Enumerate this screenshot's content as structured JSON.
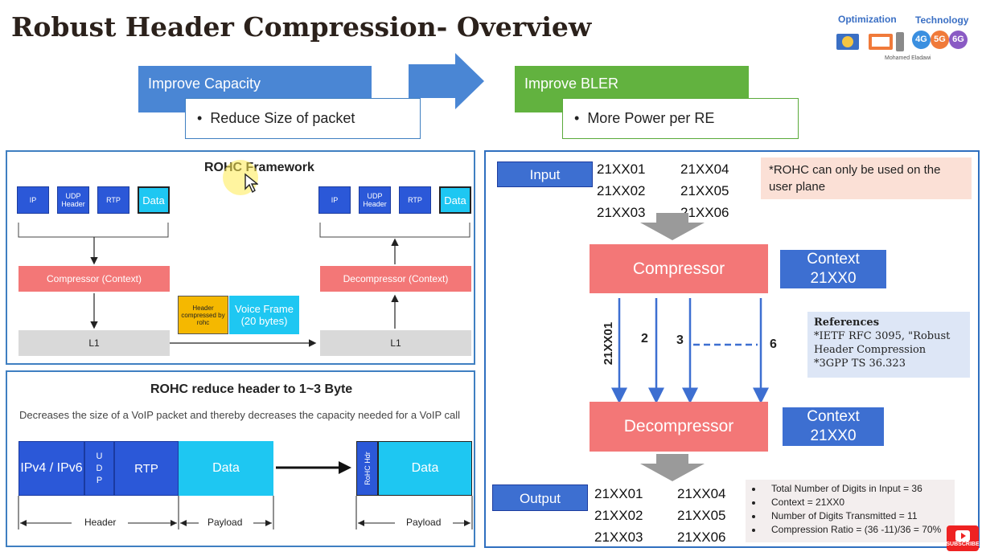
{
  "title": "Robust Header Compression- Overview",
  "logo": {
    "left_label": "Optimization",
    "right_label": "Technology",
    "author": "Mohamed Eladawi",
    "gen_4g": "4G",
    "gen_5g": "5G",
    "gen_6g": "6G"
  },
  "top": {
    "left_title": "Improve Capacity",
    "left_bullet": "Reduce Size of packet",
    "right_title": "Improve BLER",
    "right_bullet": "More Power per RE"
  },
  "framework": {
    "title": "ROHC Framework",
    "blocks": [
      "IP",
      "UDP Header",
      "RTP",
      "Data"
    ],
    "compressor": "Compressor (Context)",
    "decompressor": "Decompressor (Context)",
    "l1_left": "L1",
    "l1_right": "L1",
    "header_compressed": "Header compressed by rohc",
    "voice_frame": "Voice Frame (20 bytes)"
  },
  "reduce": {
    "title": "ROHC reduce header to 1~3 Byte",
    "desc": "Decreases the size of a VoIP packet and thereby decreases the capacity needed for a VoIP call",
    "ipv": "IPv4 / IPv6",
    "udp": "U D P",
    "rtp": "RTP",
    "data": "Data",
    "rohc_hdr": "RoHC Hdr",
    "data2": "Data",
    "header_label": "Header",
    "payload_label": "Payload",
    "payload_label2": "Payload"
  },
  "right": {
    "input_label": "Input",
    "input_col1": [
      "21XX01",
      "21XX02",
      "21XX03"
    ],
    "input_col2": [
      "21XX04",
      "21XX05",
      "21XX06"
    ],
    "note": "*ROHC can only be used on the user plane",
    "compressor": "Compressor",
    "decompressor": "Decompressor",
    "context_top": [
      "Context",
      "21XX0"
    ],
    "context_bottom": [
      "Context",
      "21XX0"
    ],
    "stream_first": "21XX01",
    "stream_2": "2",
    "stream_3": "3",
    "stream_6": "6",
    "refs_title": "References",
    "refs_lines": [
      "*IETF RFC 3095, \"Robust",
      "Header Compression",
      "*3GPP TS 36.323"
    ],
    "output_label": "Output",
    "output_col1": [
      "21XX01",
      "21XX02",
      "21XX03"
    ],
    "output_col2": [
      "21XX04",
      "21XX05",
      "21XX06"
    ],
    "stats": [
      "Total Number of Digits in Input = 36",
      "Context = 21XX0",
      "Number of Digits Transmitted = 11",
      "Compression Ratio = (36 -11)/36 = 70%"
    ],
    "subscribe": "SUBSCRIBE"
  }
}
